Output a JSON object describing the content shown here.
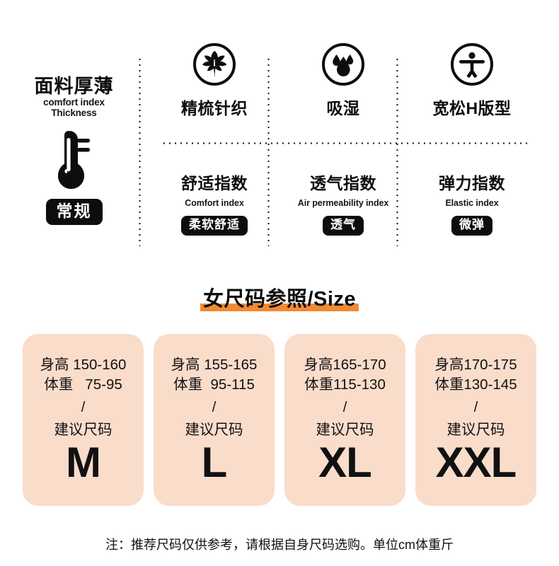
{
  "features": {
    "thickness": {
      "title_cn": "面料厚薄",
      "title_en_line1": "comfort index",
      "title_en_line2": "Thickness",
      "icon": "thermometer-icon",
      "badge": "常规"
    },
    "top_row": [
      {
        "icon": "cotton-plant-icon",
        "label": "精梳针织"
      },
      {
        "icon": "water-drops-icon",
        "label": "吸湿"
      },
      {
        "icon": "person-icon",
        "label": "宽松H版型"
      }
    ],
    "bottom_row": [
      {
        "label_cn": "舒适指数",
        "label_en": "Comfort index",
        "badge": "柔软舒适"
      },
      {
        "label_cn": "透气指数",
        "label_en": "Air permeability index",
        "badge": "透气"
      },
      {
        "label_cn": "弹力指数",
        "label_en": "Elastic index",
        "badge": "微弹"
      }
    ]
  },
  "size_section": {
    "title": "女尺码参照/Size",
    "underline_color": "#f08a33",
    "card_color": "#fadccb",
    "slash": "/",
    "recommend_label": "建议尺码",
    "cards": [
      {
        "height_line": "身高 150-160",
        "weight_line": "体重   75-95",
        "size": "M"
      },
      {
        "height_line": "身高 155-165",
        "weight_line": "体重  95-115",
        "size": "L"
      },
      {
        "height_line": "身高165-170",
        "weight_line": "体重115-130",
        "size": "XL"
      },
      {
        "height_line": "身高170-175",
        "weight_line": "体重130-145",
        "size": "XXL"
      }
    ]
  },
  "footer": {
    "note": "注：推荐尺码仅供参考，请根据自身尺码选购。单位cm体重斤"
  }
}
